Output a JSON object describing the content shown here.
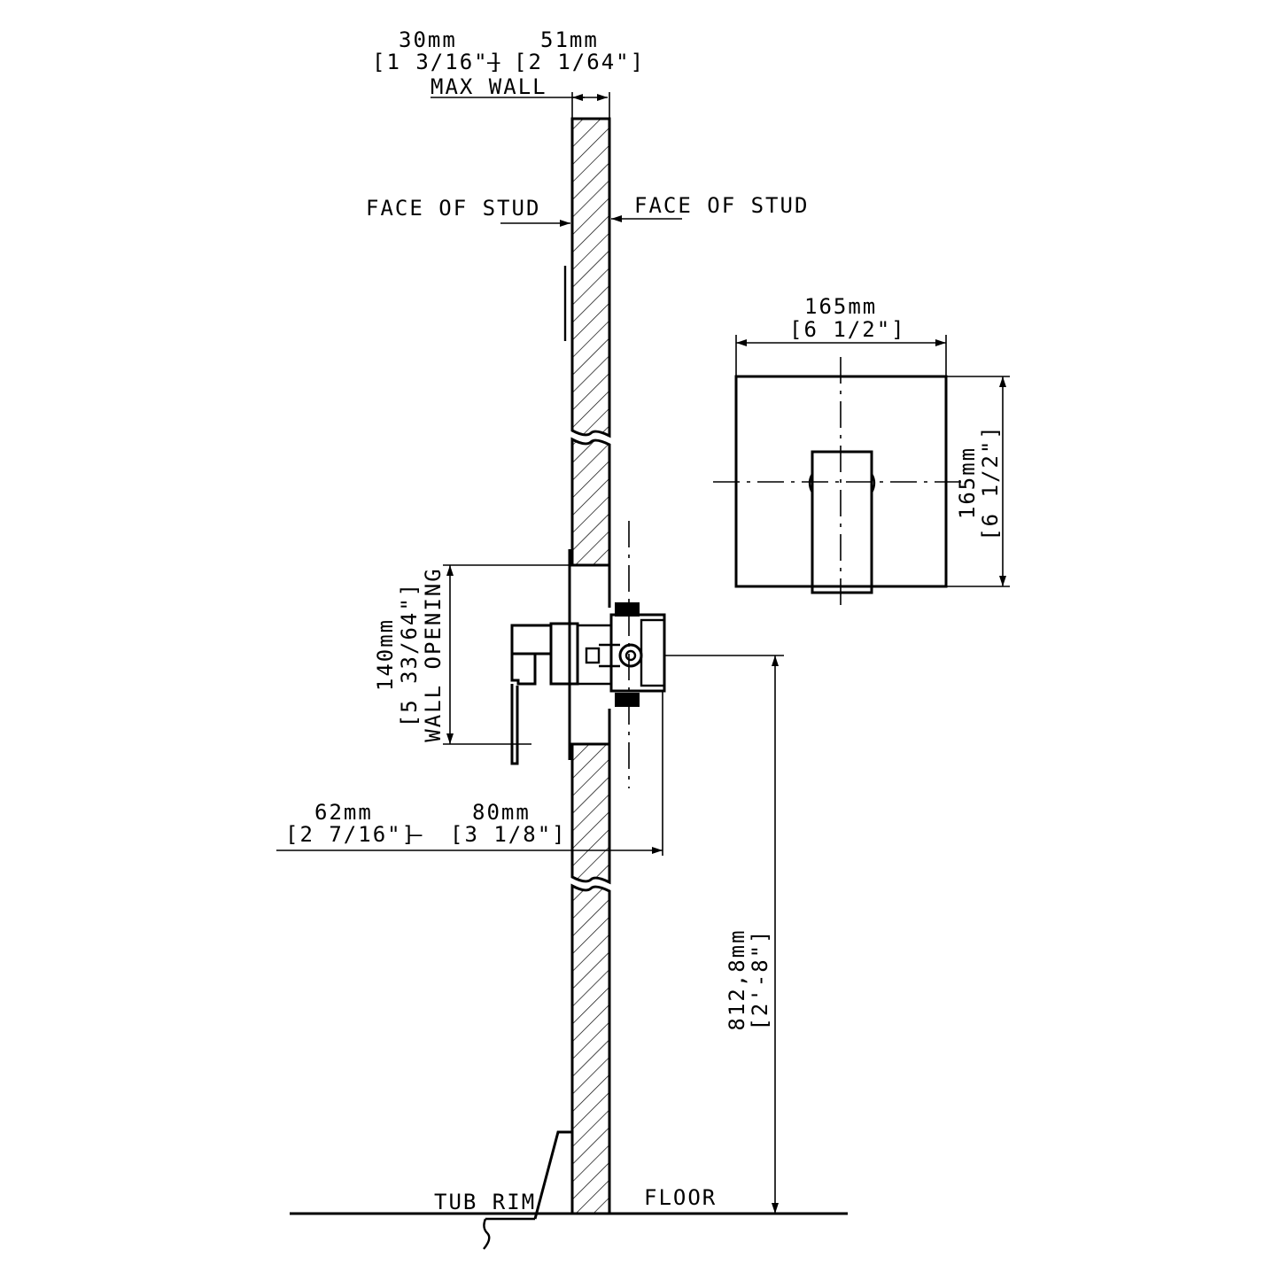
{
  "drawing": {
    "wall_thickness": {
      "min_metric": "30mm",
      "max_metric": "51mm",
      "min_imperial": "[1 3/16\"]",
      "max_imperial": "[2 1/64\"]",
      "separator": "—",
      "label": "MAX WALL"
    },
    "face_of_stud_left": "FACE OF STUD",
    "face_of_stud_right": "FACE OF STUD",
    "trim_width": {
      "metric": "165mm",
      "imperial": "[6 1/2\"]"
    },
    "trim_height": {
      "metric": "165mm",
      "imperial": "[6 1/2\"]"
    },
    "wall_opening": {
      "metric": "140mm",
      "imperial": "[5 33/64\"]",
      "label": "WALL OPENING"
    },
    "valve_depth": {
      "min_metric": "62mm",
      "max_metric": "80mm",
      "min_imperial": "[2 7/16\"]",
      "max_imperial": "[3 1/8\"]",
      "separator": "—"
    },
    "valve_height": {
      "metric": "812,8mm",
      "imperial": "[2'-8\"]"
    },
    "tub_rim": "TUB RIM",
    "floor": "FLOOR"
  }
}
